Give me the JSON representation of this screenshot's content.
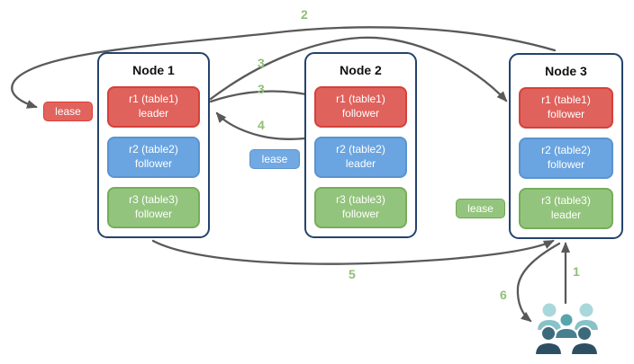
{
  "nodes": [
    {
      "title": "Node 1",
      "replicas": [
        {
          "name": "r1 (table1)",
          "role": "leader",
          "color": "red"
        },
        {
          "name": "r2 (table2)",
          "role": "follower",
          "color": "blue"
        },
        {
          "name": "r3 (table3)",
          "role": "follower",
          "color": "green"
        }
      ]
    },
    {
      "title": "Node 2",
      "replicas": [
        {
          "name": "r1 (table1)",
          "role": "follower",
          "color": "red"
        },
        {
          "name": "r2 (table2)",
          "role": "leader",
          "color": "blue"
        },
        {
          "name": "r3 (table3)",
          "role": "follower",
          "color": "green"
        }
      ]
    },
    {
      "title": "Node 3",
      "replicas": [
        {
          "name": "r1 (table1)",
          "role": "follower",
          "color": "red"
        },
        {
          "name": "r2 (table2)",
          "role": "follower",
          "color": "blue"
        },
        {
          "name": "r3 (table3)",
          "role": "leader",
          "color": "green"
        }
      ]
    }
  ],
  "leases": {
    "table1_label": "lease",
    "table2_label": "lease",
    "table3_label": "lease"
  },
  "steps": {
    "client_request": "1",
    "forward_to_lease": "2",
    "replicate_to_node3": "3",
    "replicate_to_node2": "3",
    "ack_to_leader": "4",
    "return_to_node3": "5",
    "respond_to_client": "6"
  },
  "icons": {
    "users": "users-group-icon"
  },
  "palette": {
    "replica_red": "#e0625c",
    "replica_blue": "#6ba5e1",
    "replica_green": "#93c47d",
    "node_border": "#24436c",
    "arrow_gray": "#595959",
    "step_green": "#8fbf77",
    "users_back": "#87c2c8",
    "users_back_head": "#a9d8db",
    "users_mid_head": "#57a5ac",
    "users_mid_body": "#47808e",
    "users_front_head": "#3b6a7b",
    "users_front_body": "#2c4f63"
  }
}
